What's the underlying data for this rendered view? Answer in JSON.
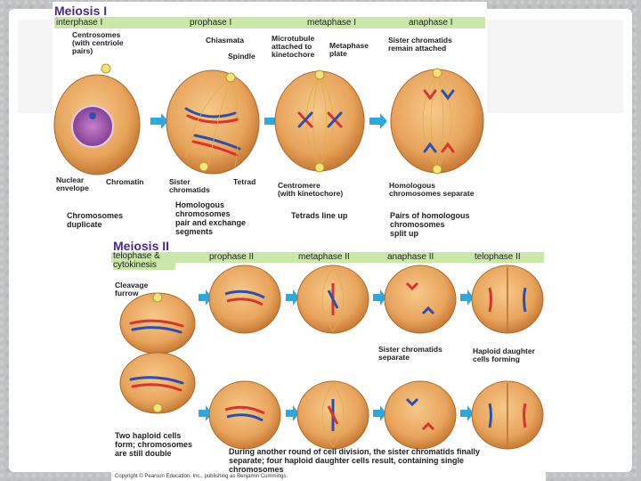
{
  "meiosis1": {
    "title": "Meiosis I",
    "phases": [
      "interphase I",
      "prophase I",
      "metaphase I",
      "anaphase I"
    ],
    "labels": {
      "centrosomes": "Centrosomes\n(with centriole\npairs)",
      "chiasmata": "Chiasmata",
      "spindle": "Spindle",
      "microtubule": "Microtubule\nattached to\nkinetochore",
      "metaphase_plate": "Metaphase\nplate",
      "sister_attached": "Sister chromatids\nremain attached",
      "nuclear_envelope": "Nuclear\nenvelope",
      "chromatin": "Chromatin",
      "sister_chromatids": "Sister\nchromatids",
      "tetrad": "Tetrad",
      "centromere": "Centromere\n(with kinetochore)",
      "homologous_separate": "Homologous\nchromosomes separate",
      "chromosomes_duplicate": "Chromosomes\nduplicate",
      "homologous_pair": "Homologous\nchromosomes\npair and exchange\nsegments",
      "tetrads_line_up": "Tetrads line up",
      "pairs_split": "Pairs of homologous\nchromosomes\nsplit up"
    }
  },
  "meiosis2": {
    "title": "Meiosis II",
    "phases": [
      "telophase &\ncytokinesis",
      "prophase II",
      "metaphase II",
      "anaphase II",
      "telophase II"
    ],
    "labels": {
      "cleavage_furrow": "Cleavage\nfurrow",
      "sister_separate": "Sister chromatids\nseparate",
      "haploid_forming": "Haploid daughter\ncells forming",
      "two_haploid": "Two haploid cells\nform; chromosomes\nare still double",
      "another_round": "During another round of cell division, the sister chromatids finally\nseparate; four haploid daughter cells result, containing single\nchromosomes"
    },
    "copyright": "Copyright © Pearson Education, Inc., publishing as Benjamin Cummings."
  },
  "colors": {
    "strip": "#c9e7a6",
    "title": "#4b2a86",
    "cell": "#e8a45c",
    "arrow": "#29a9e0",
    "chromosome_red": "#d9342b",
    "chromosome_blue": "#2a4fb3"
  }
}
